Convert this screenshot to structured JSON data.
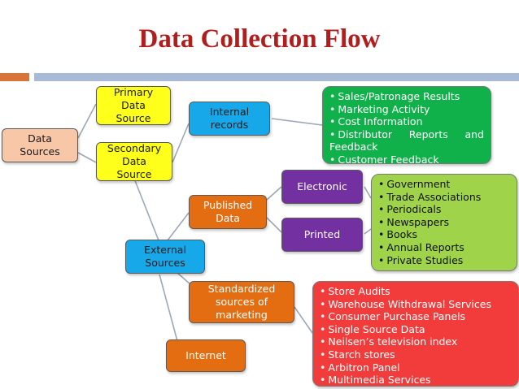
{
  "title": "Data Collection Flow",
  "nodes": {
    "data_sources": "Data\nSources",
    "primary": "Primary\nData\nSource",
    "secondary": "Secondary\nData\nSource",
    "internal": "Internal\nrecords",
    "external": "External\nSources",
    "published": "Published\nData",
    "electronic": "Electronic",
    "printed": "Printed",
    "standardized": "Standardized\nsources of\nmarketing",
    "internet": "Internet"
  },
  "internal_list": [
    "Sales/Patronage Results",
    "Marketing Activity",
    "Cost Information",
    "Distributor Reports and Feedback",
    "Customer Feedback"
  ],
  "published_list": [
    "Government",
    "Trade Associations",
    "Periodicals",
    "Newspapers",
    "Books",
    "Annual Reports",
    "Private Studies"
  ],
  "standardized_list": [
    "Store Audits",
    "Warehouse Withdrawal Services",
    "Consumer Purchase Panels",
    "Single Source Data",
    "Neilsen’s television index",
    "Starch stores",
    "Arbitron Panel",
    "Multimedia Services"
  ]
}
